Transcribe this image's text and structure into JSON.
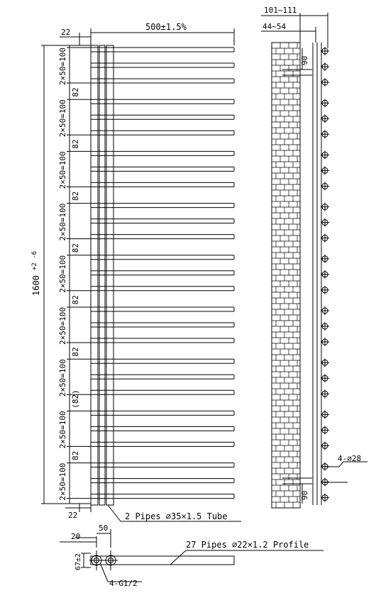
{
  "dimensions": {
    "width_top": "500±1.5%",
    "left_offset_top": "22",
    "left_offset_bottom": "22",
    "height_total_base": "1600",
    "height_total_tol": "+2 -6",
    "group_spacing": "2×50=100",
    "gap": "82",
    "gap_paren": "(82)",
    "wall_depth_outer": "101~111",
    "wall_depth_inner": "44~54",
    "bracket_upper": "90",
    "bracket_lower": "90",
    "bottom_offset": "20",
    "bottom_pipe_spacing": "50",
    "bottom_height": "67±2"
  },
  "labels": {
    "pipes_vertical": "2 Pipes ∅35×1.5 Tube",
    "pipes_horizontal": "27 Pipes ∅22×1.2 Profile",
    "connections": "4-G1/2",
    "mounting_holes": "4-∅28"
  },
  "colors": {
    "line": "#000000",
    "brick": "#000000"
  }
}
